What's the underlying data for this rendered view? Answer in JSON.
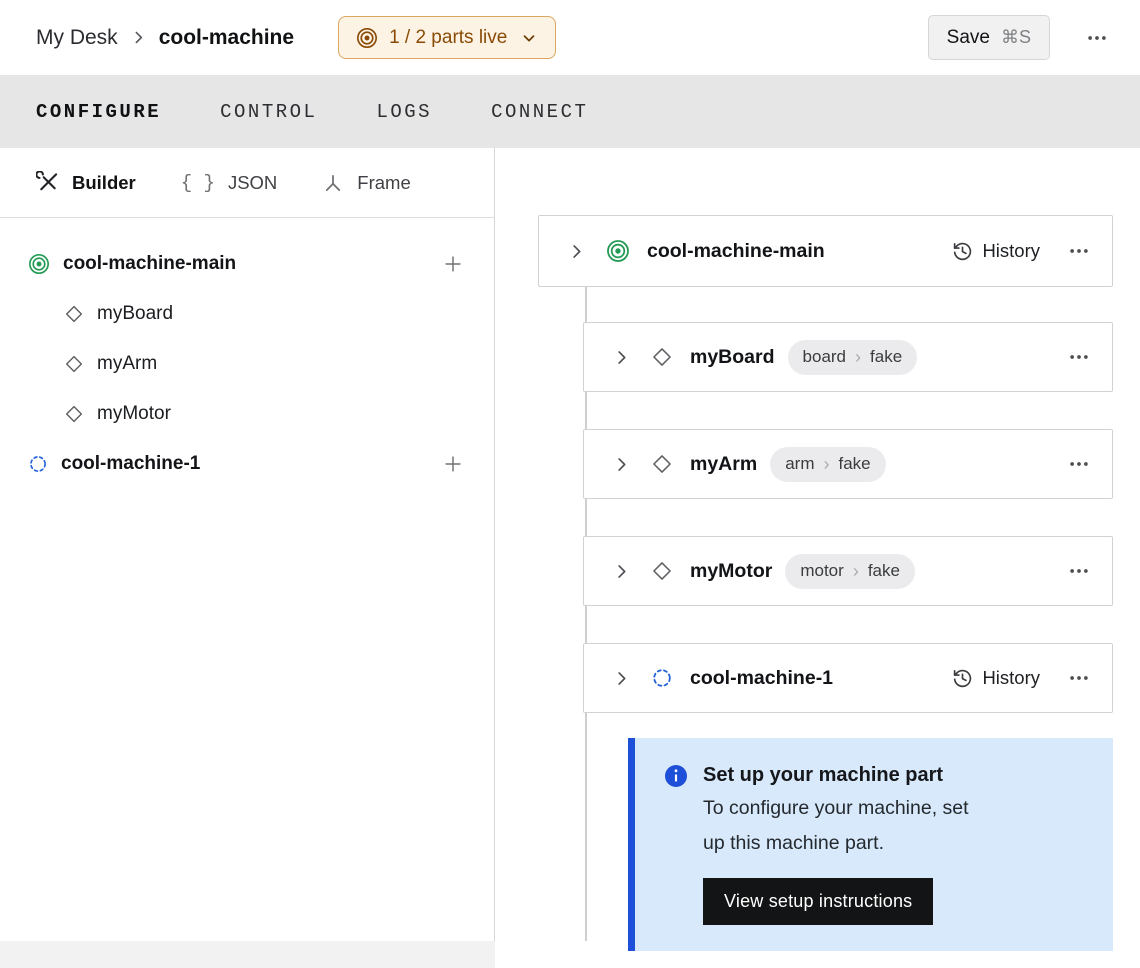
{
  "colors": {
    "green": "#239b55",
    "blue": "#2563d9",
    "blue_border": "#1d4fd8",
    "lightblue": "#d7e9fb",
    "amber_bg": "#fdf3e4",
    "amber_border": "#dda75f",
    "amber_text": "#8a4b07",
    "button_black": "#131415"
  },
  "header": {
    "breadcrumb_root": "My Desk",
    "breadcrumb_current": "cool-machine",
    "status_label": "1 / 2 parts live",
    "save_label": "Save",
    "save_shortcut": "⌘S"
  },
  "tabs": [
    {
      "label": "CONFIGURE",
      "active": true
    },
    {
      "label": "CONTROL",
      "active": false
    },
    {
      "label": "LOGS",
      "active": false
    },
    {
      "label": "CONNECT",
      "active": false
    }
  ],
  "sidebar": {
    "modes": {
      "builder": "Builder",
      "json": "JSON",
      "json_glyph": "{ }",
      "frame": "Frame"
    },
    "tree": [
      {
        "label": "cool-machine-main",
        "kind": "machine-part-live"
      },
      {
        "label": "myBoard",
        "kind": "component"
      },
      {
        "label": "myArm",
        "kind": "component"
      },
      {
        "label": "myMotor",
        "kind": "component"
      },
      {
        "label": "cool-machine-1",
        "kind": "machine-part-offline"
      }
    ]
  },
  "main": {
    "badge_separator": "›",
    "history_label": "History",
    "cards": [
      {
        "title": "cool-machine-main"
      },
      {
        "title": "myBoard",
        "type": "board",
        "model": "fake"
      },
      {
        "title": "myArm",
        "type": "arm",
        "model": "fake"
      },
      {
        "title": "myMotor",
        "type": "motor",
        "model": "fake"
      },
      {
        "title": "cool-machine-1"
      }
    ],
    "banner": {
      "title": "Set up your machine part",
      "body": "To configure your machine, set up this machine part.",
      "button": "View setup instructions"
    }
  }
}
